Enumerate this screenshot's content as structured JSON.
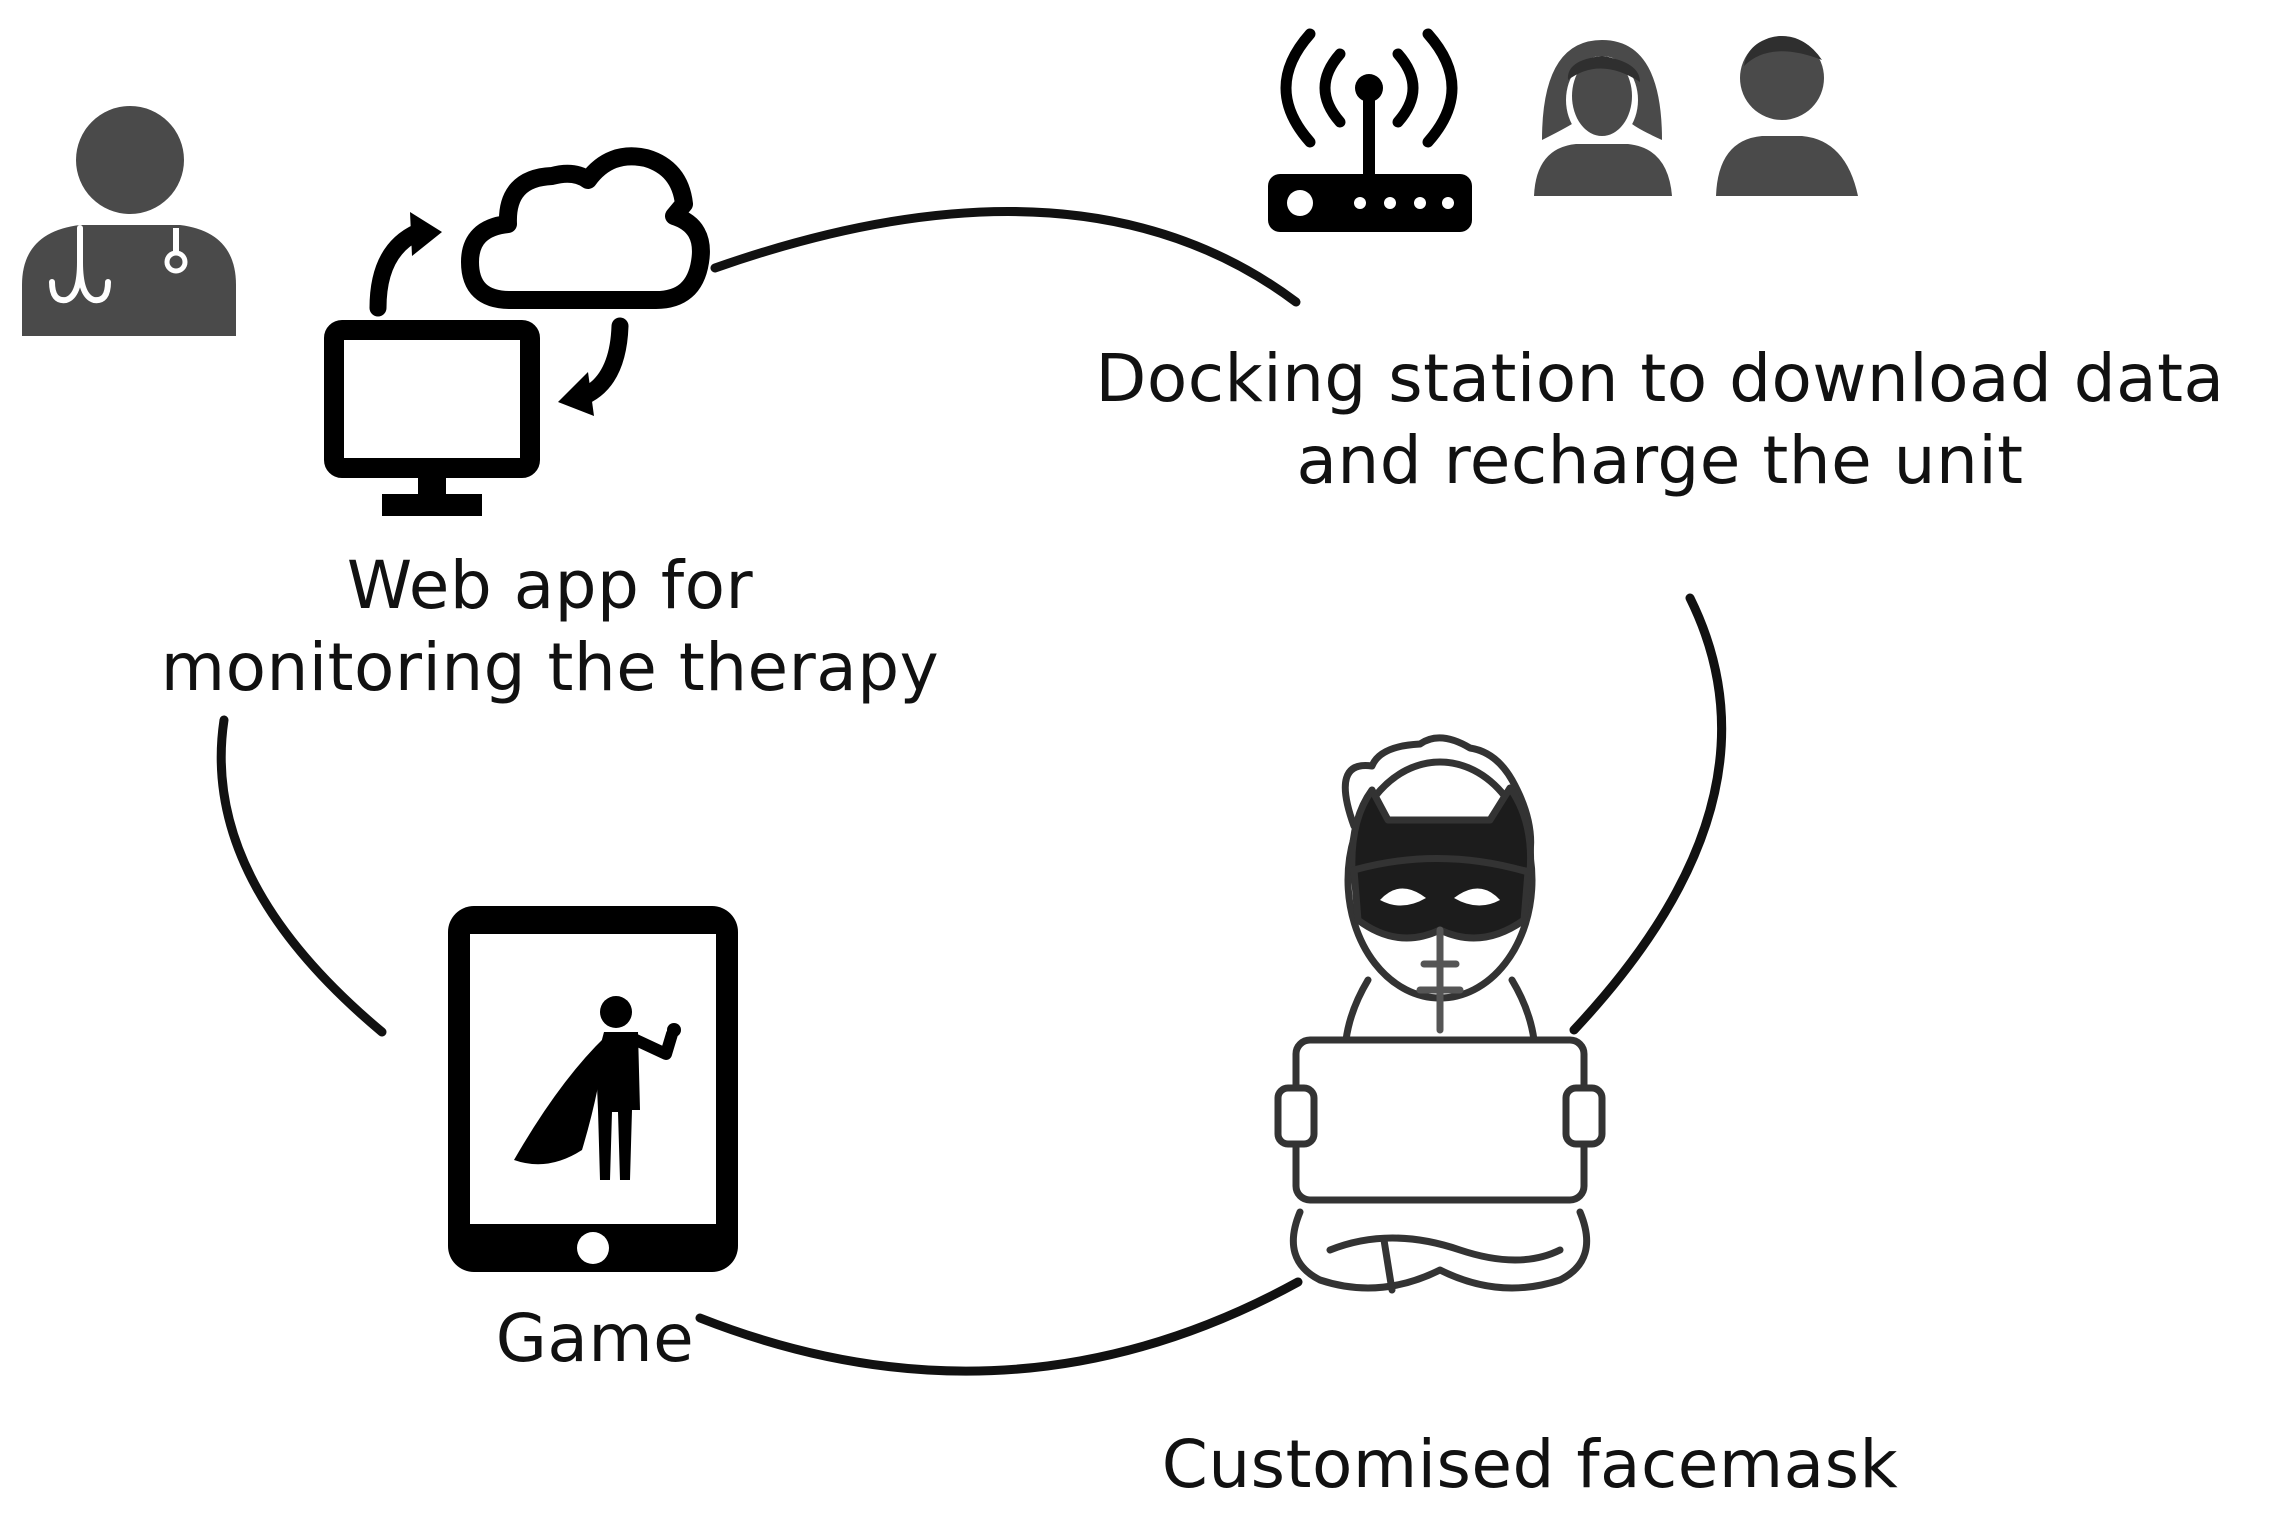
{
  "diagram": {
    "nodes": {
      "web_app": {
        "lines": [
          "Web app for",
          "monitoring the therapy"
        ]
      },
      "docking_station": {
        "lines": [
          "Docking station to download data",
          "and recharge the unit"
        ]
      },
      "game": {
        "lines": [
          "Game"
        ]
      },
      "facemask": {
        "lines": [
          "Customised facemask"
        ]
      }
    },
    "icons": [
      "doctor-icon",
      "sync-arrows-icon",
      "cloud-icon",
      "monitor-icon",
      "router-icon",
      "woman-user-icon",
      "man-user-icon",
      "tablet-icon",
      "superhero-icon",
      "child-with-mask-icon"
    ],
    "colors": {
      "ink": "#111111",
      "icon_gray": "#4a4a4a",
      "background": "#ffffff"
    }
  }
}
